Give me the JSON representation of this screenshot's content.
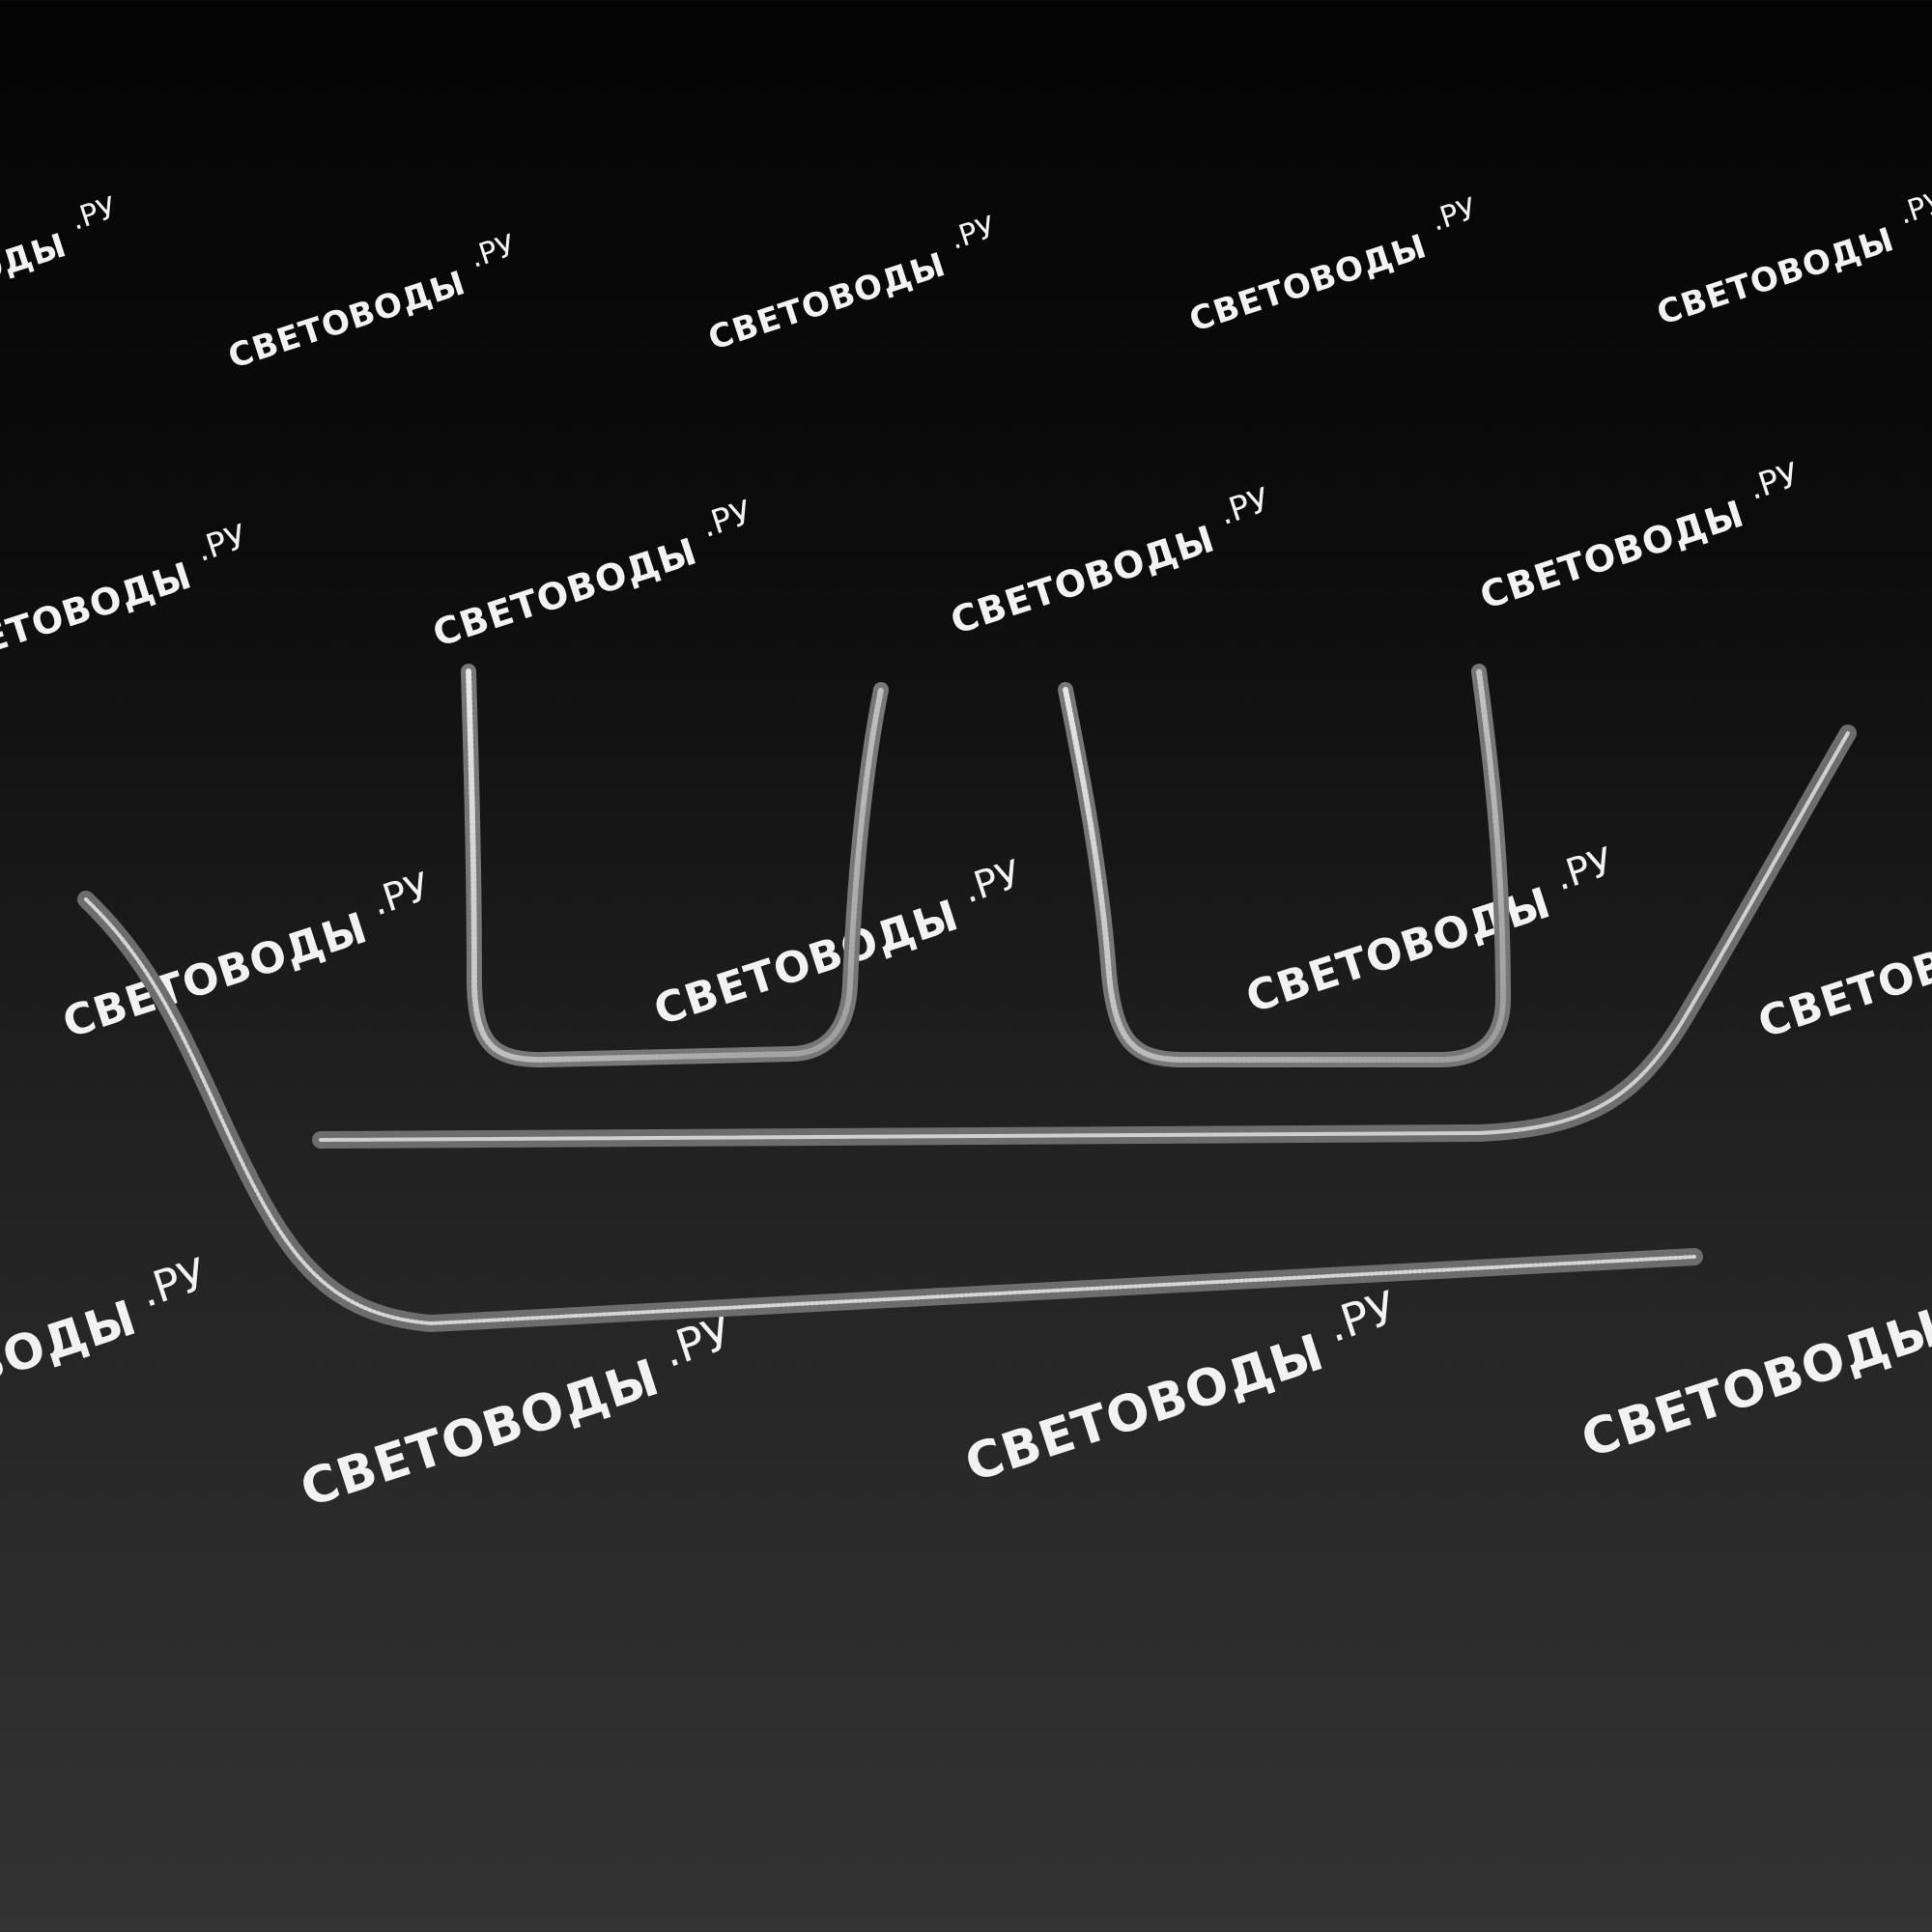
{
  "watermark": {
    "brand": "СВЕТОВОДЫ",
    "domain": ".РУ",
    "accent": "#e07a2e"
  },
  "photo_subject": "light-guides"
}
